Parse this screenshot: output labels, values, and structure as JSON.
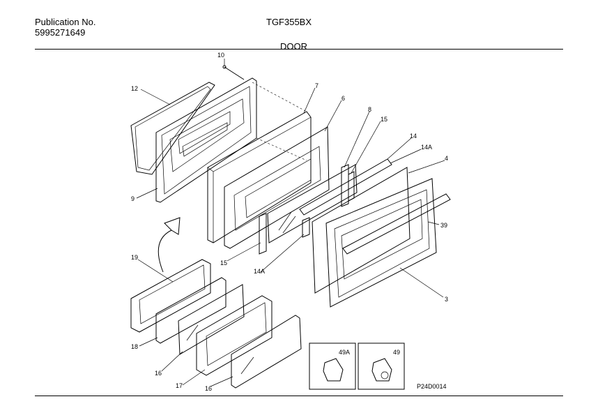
{
  "header": {
    "publication_label": "Publication No.",
    "publication_number": "5995271649",
    "model": "TGF355BX",
    "section": "DOOR"
  },
  "callouts": {
    "c10": "10",
    "c12": "12",
    "c9": "9",
    "c7": "7",
    "c6": "6",
    "c8": "8",
    "c15a": "15",
    "c15b": "15",
    "c14": "14",
    "c14Aa": "14A",
    "c14Ab": "14A",
    "c4": "4",
    "c39": "39",
    "c3": "3",
    "c19": "19",
    "c18": "18",
    "c16a": "16",
    "c16b": "16",
    "c17": "17"
  },
  "insets": {
    "left_label": "49A",
    "right_label": "49"
  },
  "reference": "P24D0014"
}
